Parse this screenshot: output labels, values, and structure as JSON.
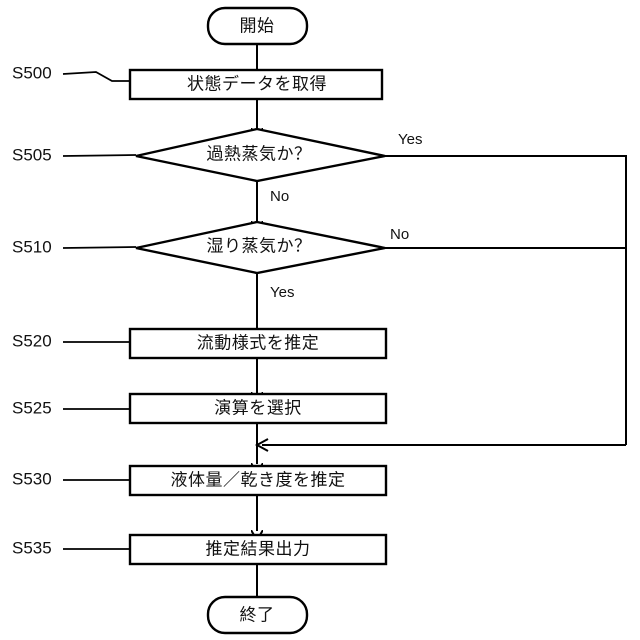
{
  "diagram": {
    "title_visible": false,
    "colors": {
      "stroke": "#000000",
      "background": "#ffffff",
      "text": "#111111"
    },
    "nodes": [
      {
        "id": "start",
        "kind": "terminal",
        "label": "開始"
      },
      {
        "id": "s500",
        "kind": "process",
        "label": "状態データを取得"
      },
      {
        "id": "s505",
        "kind": "decision",
        "label": "過熱蒸気か？"
      },
      {
        "id": "s510",
        "kind": "decision",
        "label": "湿り蒸気か？"
      },
      {
        "id": "s520",
        "kind": "process",
        "label": "流動様式を推定"
      },
      {
        "id": "s525",
        "kind": "process",
        "label": "演算を選択"
      },
      {
        "id": "s530",
        "kind": "process",
        "label": "液体量／乾き度を推定"
      },
      {
        "id": "s535",
        "kind": "process",
        "label": "推定結果出力"
      },
      {
        "id": "end",
        "kind": "terminal",
        "label": "終了"
      }
    ],
    "step_labels": [
      {
        "id": "ref-s500",
        "text": "S500"
      },
      {
        "id": "ref-s505",
        "text": "S505"
      },
      {
        "id": "ref-s510",
        "text": "S510"
      },
      {
        "id": "ref-s520",
        "text": "S520"
      },
      {
        "id": "ref-s525",
        "text": "S525"
      },
      {
        "id": "ref-s530",
        "text": "S530"
      },
      {
        "id": "ref-s535",
        "text": "S535"
      }
    ],
    "branch_labels": [
      {
        "id": "s505-yes",
        "text": "Yes"
      },
      {
        "id": "s505-no",
        "text": "No"
      },
      {
        "id": "s510-no",
        "text": "No"
      },
      {
        "id": "s510-yes",
        "text": "Yes"
      }
    ]
  }
}
